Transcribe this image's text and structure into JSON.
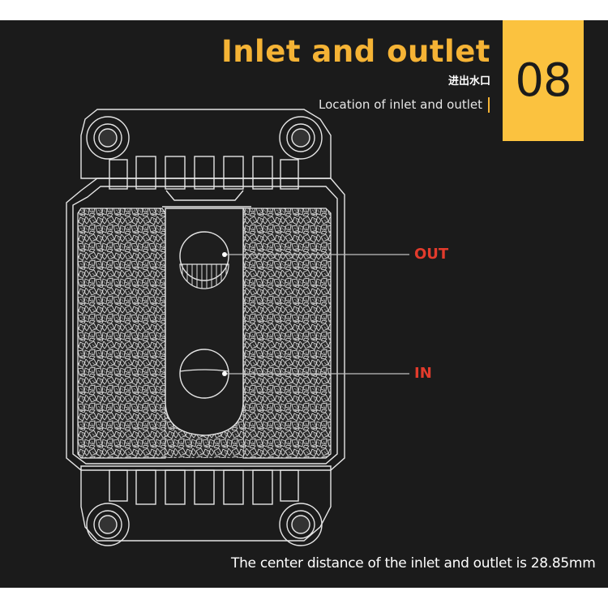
{
  "header": {
    "title": "Inlet and outlet",
    "subtitle_cn": "进出水口",
    "section_number": "08",
    "location_label": "Location of inlet and outlet"
  },
  "diagram": {
    "out_label": "OUT",
    "in_label": "IN"
  },
  "footer": {
    "caption": "The center distance of the inlet and outlet is 28.85mm"
  },
  "colors": {
    "background": "#1b1b1b",
    "accent": "#fbc23f",
    "title": "#f5b335",
    "label_red": "#e23b2c"
  }
}
